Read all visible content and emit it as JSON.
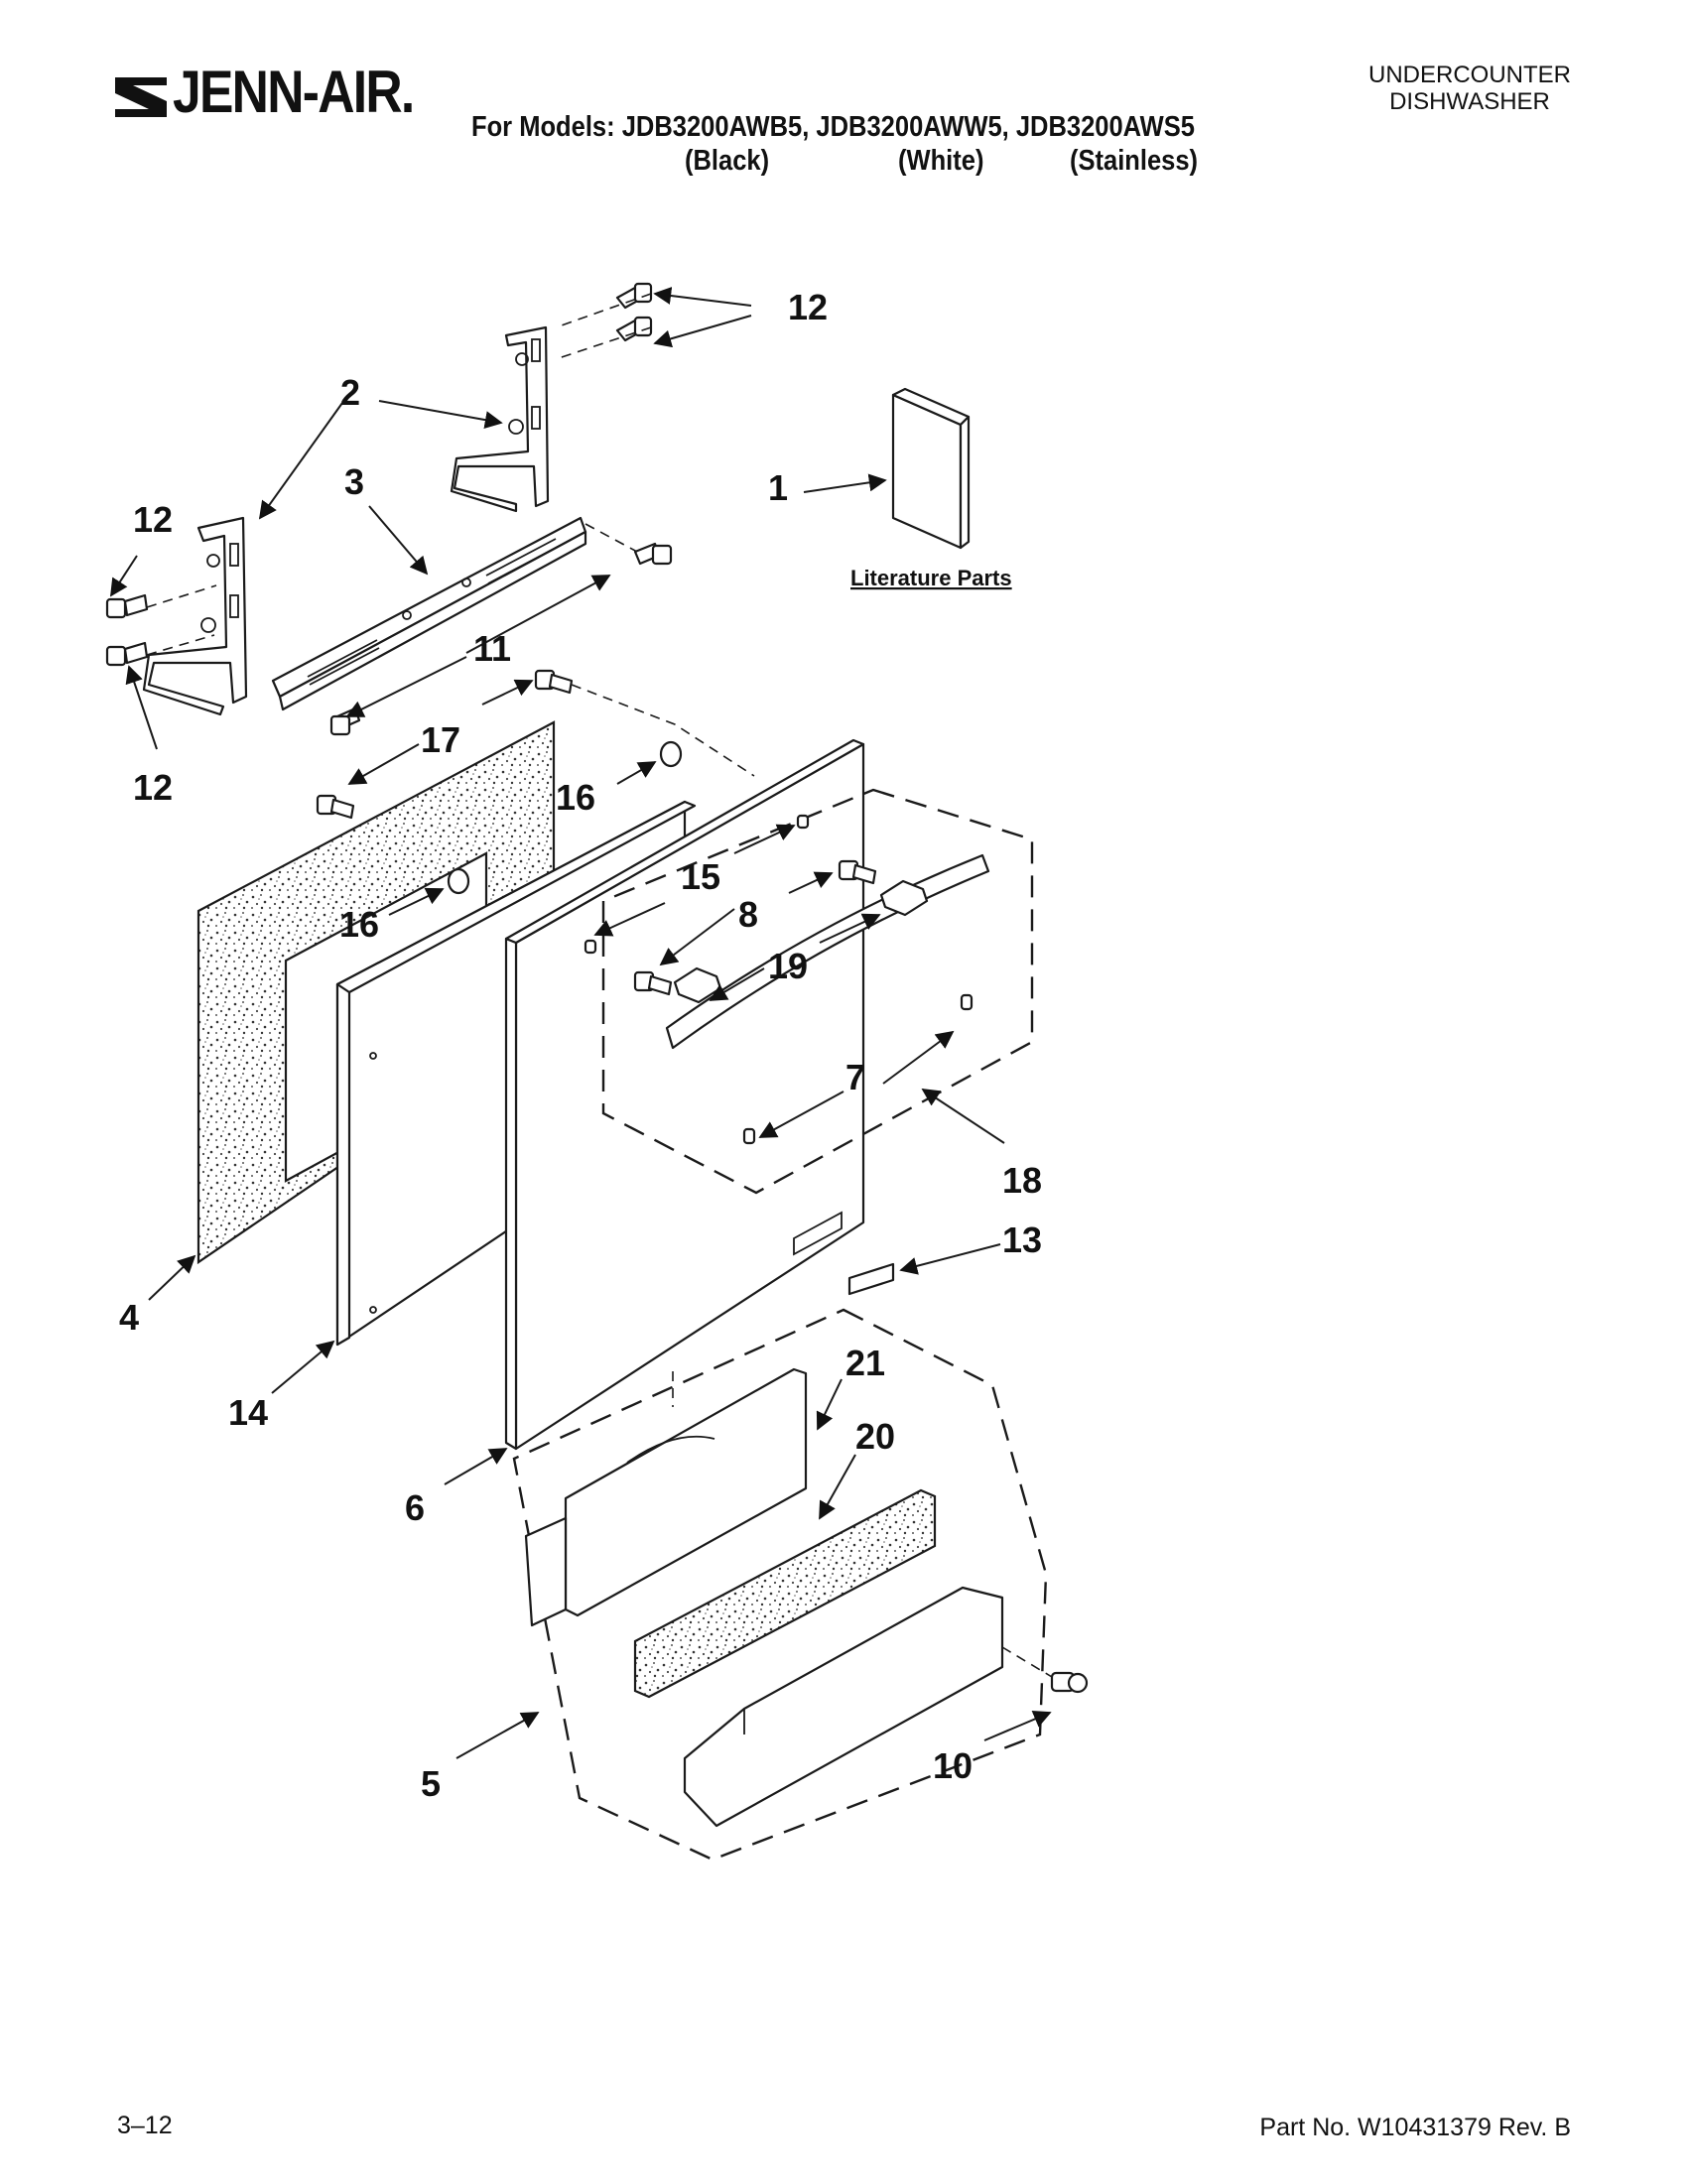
{
  "header": {
    "brand": "JENN-AIR.",
    "doc_type_line1": "UNDERCOUNTER",
    "doc_type_line2": "DISHWASHER",
    "models_line": "For Models: JDB3200AWB5, JDB3200AWW5, JDB3200AWS5",
    "variant_black": "(Black)",
    "variant_white": "(White)",
    "variant_stainless": "(Stainless)"
  },
  "diagram": {
    "literature_label": "Literature Parts",
    "callouts": {
      "c1": "1",
      "c2": "2",
      "c3": "3",
      "c4": "4",
      "c5": "5",
      "c6": "6",
      "c7": "7",
      "c8": "8",
      "c10": "10",
      "c11": "11",
      "c12": "12",
      "c13": "13",
      "c14": "14",
      "c15": "15",
      "c16": "16",
      "c17": "17",
      "c18": "18",
      "c19": "19",
      "c20": "20",
      "c21": "21"
    }
  },
  "footer": {
    "page_number": "3–12",
    "part_number": "Part No. W10431379 Rev. B"
  }
}
